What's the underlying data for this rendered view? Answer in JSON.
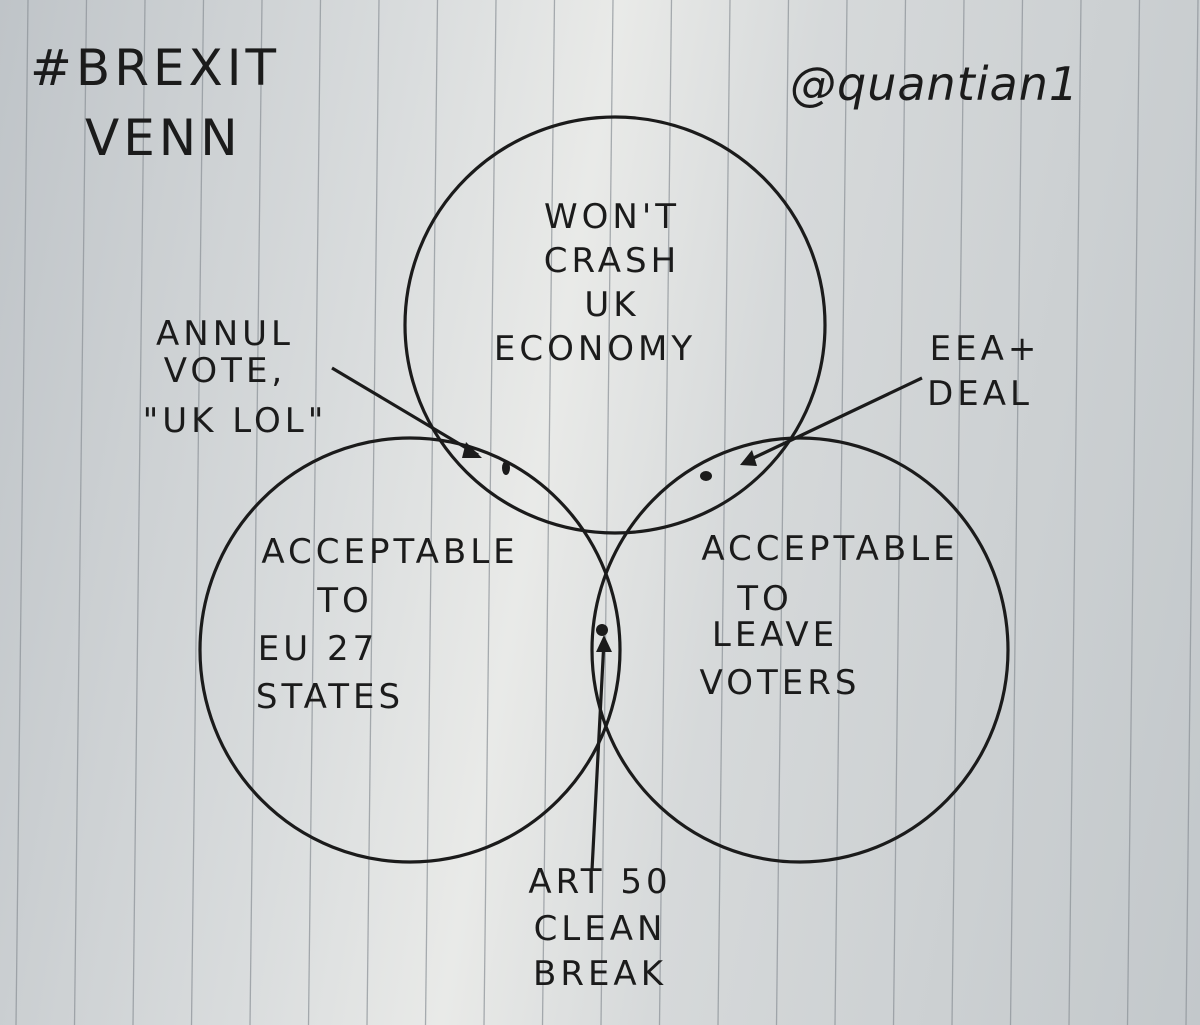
{
  "title": {
    "line1": "#BREXIT",
    "line2": "VENN"
  },
  "author": "@quantian1",
  "sets": {
    "top": [
      "WON'T",
      "CRASH",
      "UK",
      "ECONOMY"
    ],
    "left": [
      "ACCEPTABLE",
      "TO",
      "EU 27",
      "STATES"
    ],
    "right": [
      "ACCEPTABLE",
      "TO",
      "LEAVE",
      "VOTERS"
    ]
  },
  "annotations": {
    "top_left": [
      "ANNUL",
      "VOTE,",
      "\"UK LOL\""
    ],
    "top_right": [
      "EEA+",
      "DEAL"
    ],
    "bottom": [
      "ART 50",
      "CLEAN",
      "BREAK"
    ]
  },
  "colors": {
    "ink": "#1b1b1b",
    "paper_line": "#8a9096"
  }
}
